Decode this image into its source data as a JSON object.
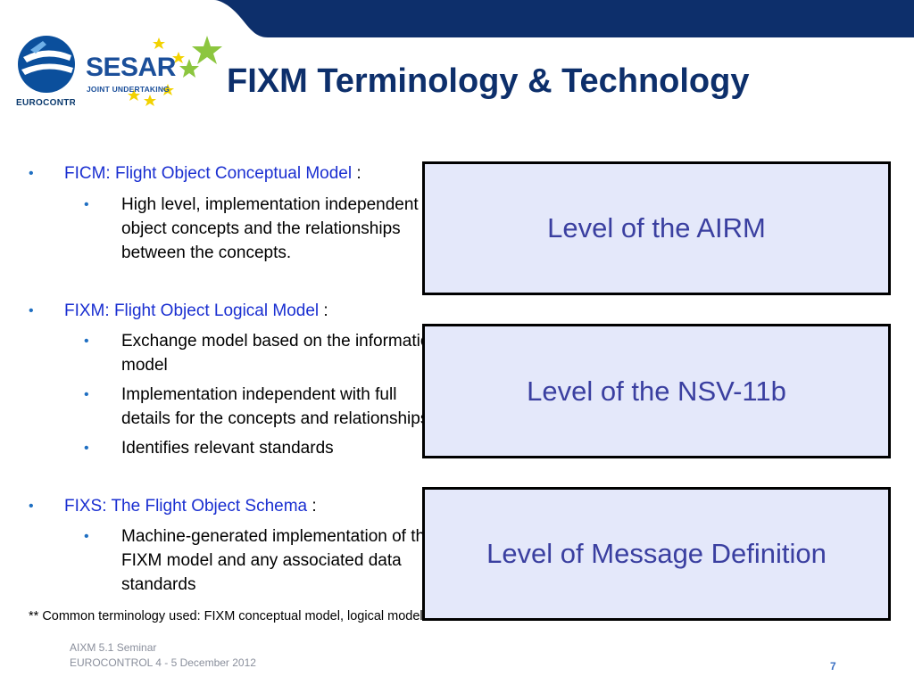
{
  "header": {
    "title": "FIXM Terminology & Technology",
    "eurocontrol_logo_text": "EUROCONTROL",
    "sesar_logo_text": "SESAR",
    "sesar_logo_subtext": "JOINT UNDERTAKING",
    "bar_color": "#0d2f6b"
  },
  "bullets": [
    {
      "label": "FICM: Flight Object Conceptual Model",
      "suffix": " :",
      "subitems": [
        {
          "lines": [
            "High level, implementation independent",
            "object concepts and the relationships",
            "between the concepts."
          ]
        }
      ]
    },
    {
      "label": "FIXM: Flight Object Logical Model",
      "suffix": " :",
      "subitems": [
        {
          "lines": [
            "Exchange model based on the information",
            "model"
          ]
        },
        {
          "lines": [
            "Implementation independent with full",
            "details for the concepts and relationships"
          ]
        },
        {
          "lines": [
            "Identifies relevant standards"
          ]
        }
      ]
    },
    {
      "label": "FIXS: The Flight Object Schema",
      "suffix": " :",
      "subitems": [
        {
          "lines": [
            "Machine-generated implementation of the",
            "FIXM model and any associated data",
            "standards"
          ]
        }
      ]
    }
  ],
  "boxes": [
    {
      "text": "Level of the AIRM"
    },
    {
      "text": "Level of the NSV-11b"
    },
    {
      "text": "Level of Message Definition"
    }
  ],
  "footnote": "** Common terminology used: FIXM conceptual model, logical model and schema.",
  "footer": {
    "line1": "AIXM 5.1 Seminar",
    "line2": "EUROCONTROL 4 - 5 December 2012",
    "page_number": "7"
  },
  "colors": {
    "bullet_label": "#1a2fd1",
    "box_fill": "#e4e8fa",
    "box_text": "#3a3fa0"
  }
}
